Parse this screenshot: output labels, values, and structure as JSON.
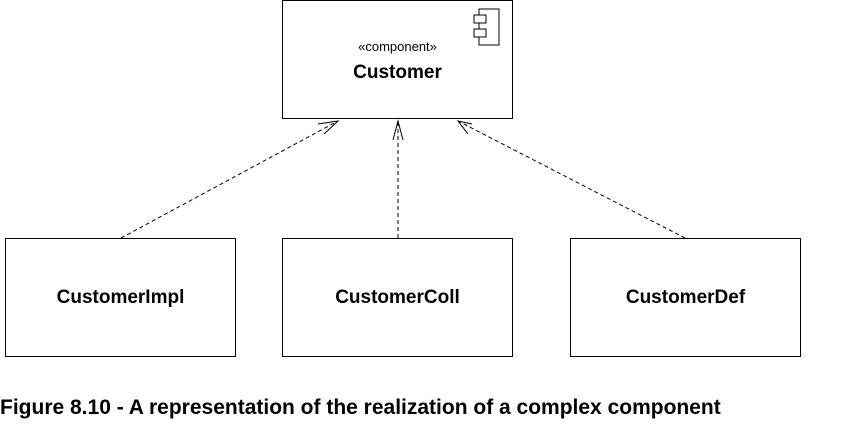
{
  "diagram": {
    "component": {
      "stereotype": "«component»",
      "name": "Customer",
      "icon": "component-icon"
    },
    "realizations": [
      {
        "name": "CustomerImpl"
      },
      {
        "name": "CustomerColl"
      },
      {
        "name": "CustomerDef"
      }
    ],
    "relationship": "realization (dashed line with open arrowhead)"
  },
  "caption": "Figure 8.10 - A representation of the realization of a complex component"
}
